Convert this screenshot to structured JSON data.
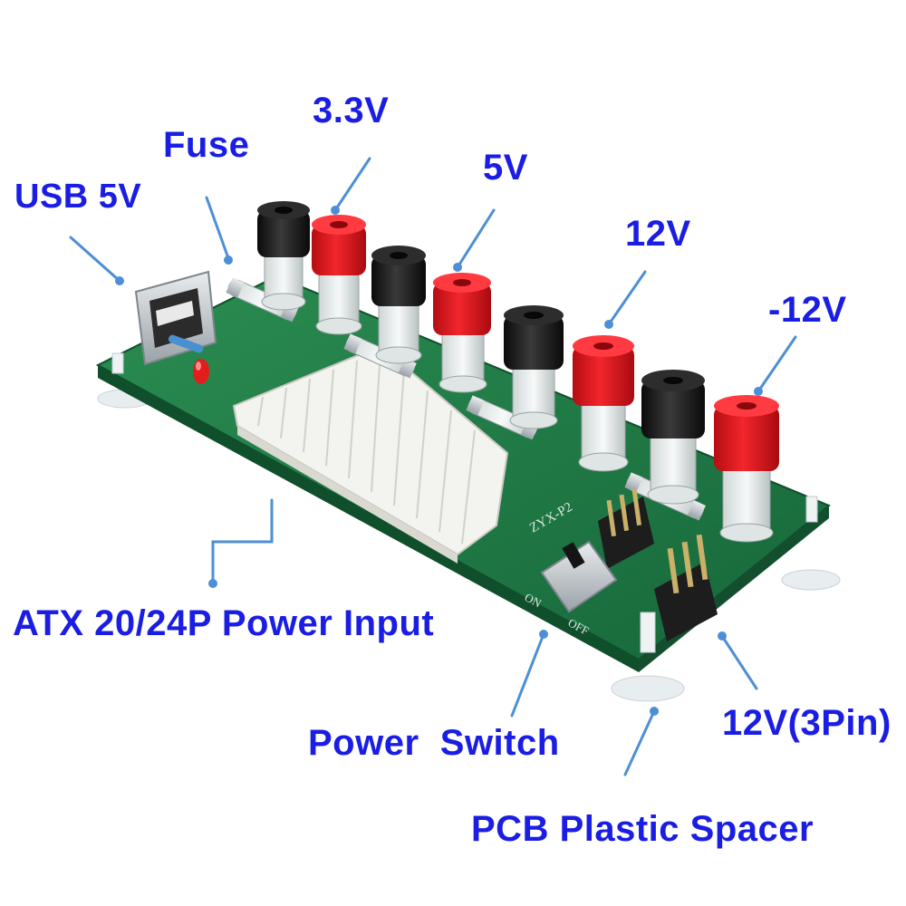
{
  "labels": {
    "usb": "USB 5V",
    "fuse": "Fuse",
    "v33": "3.3V",
    "v5": "5V",
    "v12": "12V",
    "vneg12": "-12V",
    "atx": "ATX 20/24P Power Input",
    "switch": "Power  Switch",
    "pin3": "12V(3Pin)",
    "spacer": "PCB Plastic Spacer"
  },
  "silkscreen": {
    "model": "ZYX-P2",
    "on": "ON",
    "off": "OFF"
  },
  "colors": {
    "label_text": "#1a1de3",
    "leader_line": "#4d8fd6",
    "pcb": "#1f7a43",
    "post_red": "#e0141b",
    "post_black": "#1b1b1b",
    "connector": "#f2f2ee"
  }
}
